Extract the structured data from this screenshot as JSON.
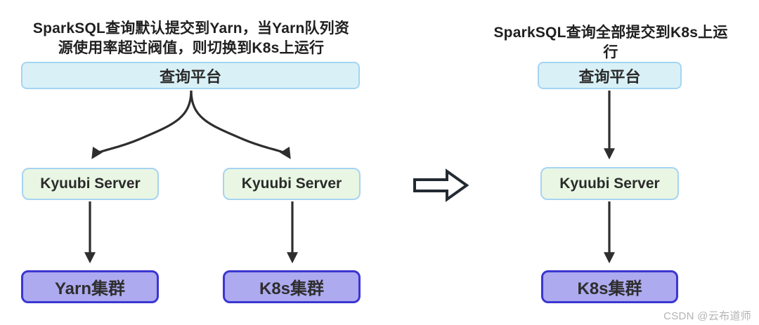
{
  "left_panel": {
    "title_lines": [
      "SparkSQL查询默认提交到Yarn，当Yarn队列资",
      "源使用率超过阀值，则切换到K8s上运行"
    ],
    "query_platform": "查询平台",
    "kyuubi_server_left": "Kyuubi Server",
    "kyuubi_server_right": "Kyuubi Server",
    "yarn_cluster": "Yarn集群",
    "k8s_cluster": "K8s集群"
  },
  "right_panel": {
    "title": "SparkSQL查询全部提交到K8s上运行",
    "query_platform": "查询平台",
    "kyuubi_server": "Kyuubi Server",
    "k8s_cluster": "K8s集群"
  },
  "watermark": "CSDN @云布道师",
  "colors": {
    "platform_fill": "#d9f1f6",
    "platform_border": "#a6d4f2",
    "kyuubi_fill": "#e9f6e3",
    "kyuubi_border": "#a6d4f2",
    "cluster_fill": "#adaaef",
    "cluster_border": "#3b36d1",
    "connector": "#2e2e2e",
    "big_arrow_outline": "#232a33",
    "watermark_text": "#b3b3b3",
    "title_text": "#1f1f1f"
  }
}
